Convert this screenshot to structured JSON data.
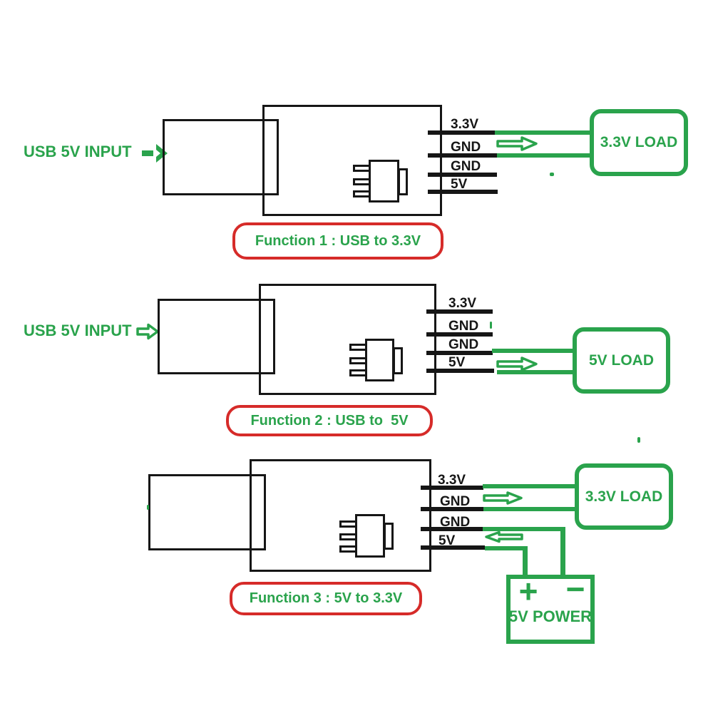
{
  "colors": {
    "green": "#2aa34c",
    "red": "#d62b29",
    "black": "#161616",
    "white": "#ffffff"
  },
  "sections": [
    {
      "caption": "Function 1 : USB to 3.3V",
      "input_label": "USB 5V INPUT",
      "pins": [
        "3.3V",
        "GND",
        "GND",
        "5V"
      ],
      "load_label": "3.3V LOAD"
    },
    {
      "caption": "Function 2 : USB to  5V",
      "input_label": "USB 5V INPUT",
      "pins": [
        "3.3V",
        "GND",
        "GND",
        "5V"
      ],
      "load_label": "5V LOAD"
    },
    {
      "caption": "Function 3 : 5V to 3.3V",
      "pins": [
        "3.3V",
        "GND",
        "GND",
        "5V"
      ],
      "load_label": "3.3V LOAD",
      "power": {
        "plus": "+",
        "minus": "−",
        "label": "5V POWER"
      }
    }
  ]
}
